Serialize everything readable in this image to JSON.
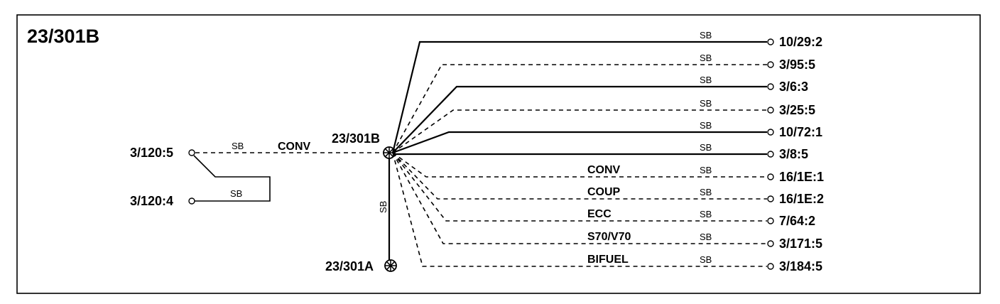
{
  "diagram": {
    "title": "23/301B",
    "splice_main": "23/301B",
    "splice_secondary": "23/301A",
    "wire_color_code": "SB",
    "left": {
      "top_terminal": "3/120:5",
      "bottom_terminal": "3/120:4",
      "top_wire_color": "SB",
      "bottom_wire_color": "SB",
      "variant": "CONV"
    },
    "vertical_wire_color": "SB",
    "branches": [
      {
        "terminal": "10/29:2",
        "color": "SB",
        "style": "solid",
        "variant": ""
      },
      {
        "terminal": "3/95:5",
        "color": "SB",
        "style": "dashed",
        "variant": ""
      },
      {
        "terminal": "3/6:3",
        "color": "SB",
        "style": "solid",
        "variant": ""
      },
      {
        "terminal": "3/25:5",
        "color": "SB",
        "style": "dashed",
        "variant": ""
      },
      {
        "terminal": "10/72:1",
        "color": "SB",
        "style": "solid",
        "variant": ""
      },
      {
        "terminal": "3/8:5",
        "color": "SB",
        "style": "solid",
        "variant": ""
      },
      {
        "terminal": "16/1E:1",
        "color": "SB",
        "style": "dashed",
        "variant": "CONV"
      },
      {
        "terminal": "16/1E:2",
        "color": "SB",
        "style": "dashed",
        "variant": "COUP"
      },
      {
        "terminal": "7/64:2",
        "color": "SB",
        "style": "dashed",
        "variant": "ECC"
      },
      {
        "terminal": "3/171:5",
        "color": "SB",
        "style": "dashed",
        "variant": "S70/V70"
      },
      {
        "terminal": "3/184:5",
        "color": "SB",
        "style": "dashed",
        "variant": "BIFUEL"
      }
    ]
  }
}
